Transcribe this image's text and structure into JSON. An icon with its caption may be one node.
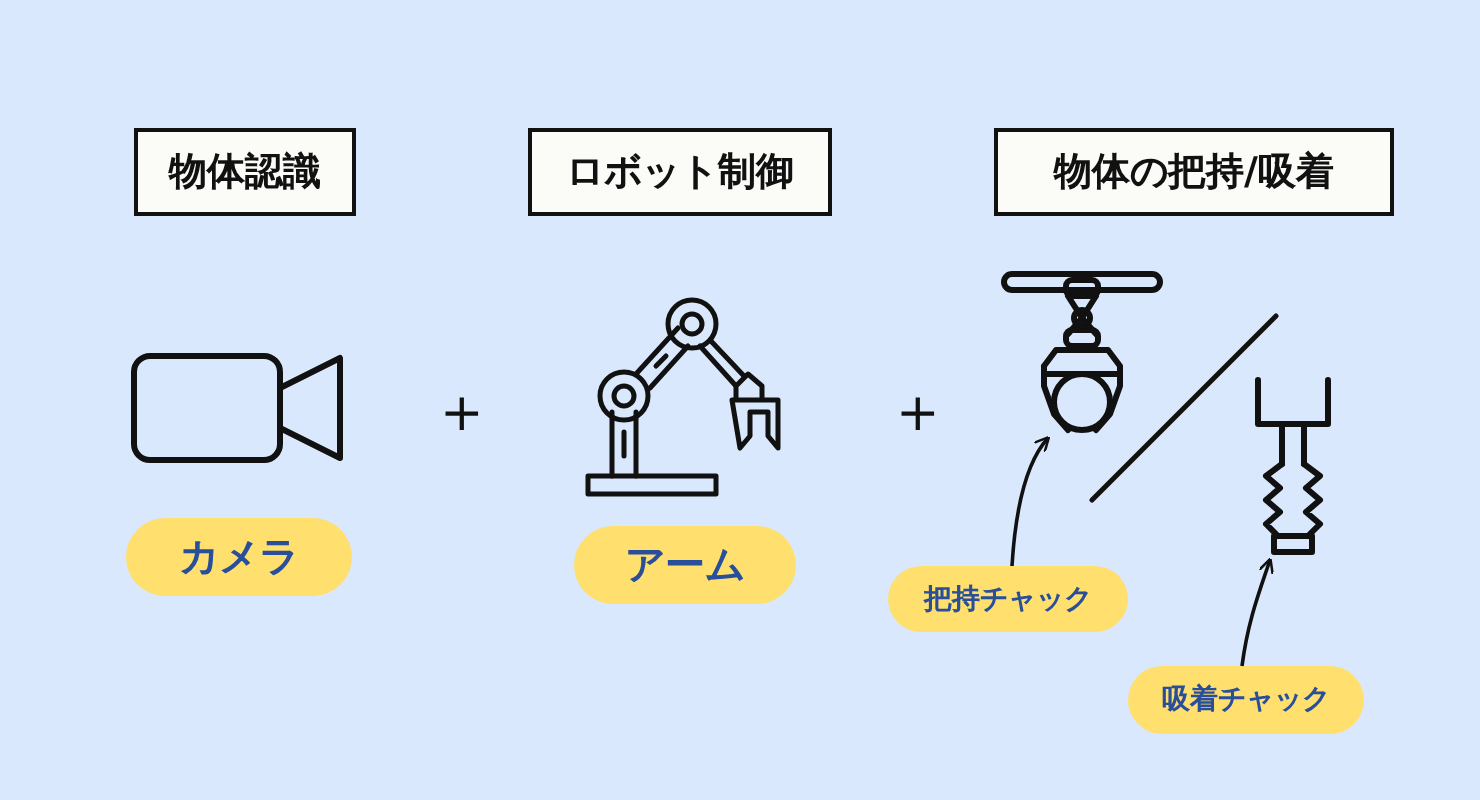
{
  "diagram": {
    "nodes": [
      {
        "text": [
          "物体認識"
        ]
      },
      {
        "text": [
          "ロボット制御"
        ]
      },
      {
        "text": [
          "物体の把持/吸着"
        ]
      },
      {
        "text": [
          "カメラ"
        ]
      },
      {
        "text": [
          "アーム"
        ]
      },
      {
        "text": [],
        "shape": "picture"
      },
      {
        "text": [],
        "shape": "picture"
      },
      {
        "text": [
          "把持チャック"
        ]
      },
      {
        "text": [
          "吸着チャック"
        ]
      }
    ],
    "edges": [
      {
        "from": 7,
        "to": 5,
        "arrow": "to"
      },
      {
        "from": 8,
        "to": 6,
        "arrow": "to"
      }
    ],
    "labels": [
      "+",
      "+"
    ]
  }
}
